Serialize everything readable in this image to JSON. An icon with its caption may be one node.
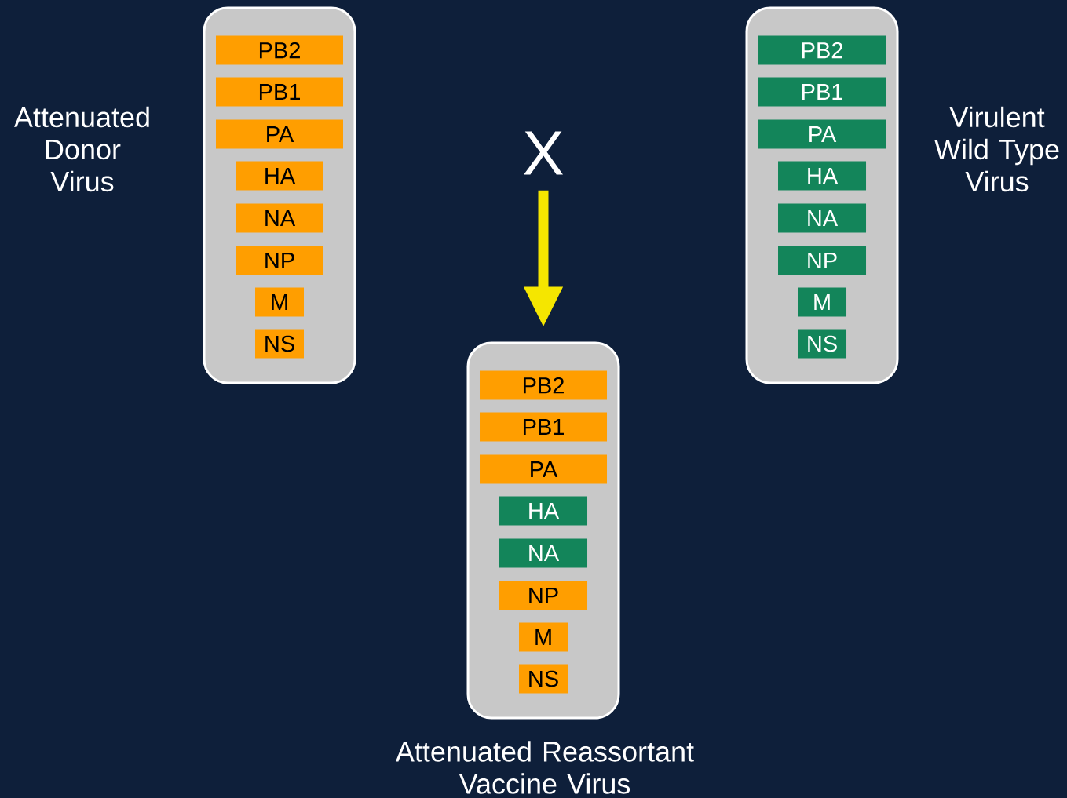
{
  "diagram": {
    "nodes": [
      {
        "text": [
          "Attenuated Donor Virus"
        ]
      },
      {
        "text": [
          "PB2"
        ],
        "in": 0
      },
      {
        "text": [
          "PB1"
        ],
        "in": 0
      },
      {
        "text": [
          "PA"
        ],
        "in": 0
      },
      {
        "text": [
          "HA"
        ],
        "in": 0
      },
      {
        "text": [
          "NA"
        ],
        "in": 0
      },
      {
        "text": [
          "NP"
        ],
        "in": 0
      },
      {
        "text": [
          "M"
        ],
        "in": 0
      },
      {
        "text": [
          "NS"
        ],
        "in": 0
      },
      {
        "text": [
          "X"
        ]
      },
      {
        "text": [
          "Virulent Wild Type Virus"
        ]
      },
      {
        "text": [
          "PB2"
        ],
        "in": 10
      },
      {
        "text": [
          "PB1"
        ],
        "in": 10
      },
      {
        "text": [
          "PA"
        ],
        "in": 10
      },
      {
        "text": [
          "HA"
        ],
        "in": 10
      },
      {
        "text": [
          "NA"
        ],
        "in": 10
      },
      {
        "text": [
          "NP"
        ],
        "in": 10
      },
      {
        "text": [
          "M"
        ],
        "in": 10
      },
      {
        "text": [
          "NS"
        ],
        "in": 10
      },
      {
        "text": [
          "Attenuated Reassortant Vaccine Virus"
        ]
      },
      {
        "text": [
          "PB2"
        ],
        "in": 19
      },
      {
        "text": [
          "PB1"
        ],
        "in": 19
      },
      {
        "text": [
          "PA"
        ],
        "in": 19
      },
      {
        "text": [
          "HA"
        ],
        "in": 19
      },
      {
        "text": [
          "NA"
        ],
        "in": 19
      },
      {
        "text": [
          "NP"
        ],
        "in": 19
      },
      {
        "text": [
          "M"
        ],
        "in": 19
      },
      {
        "text": [
          "NS"
        ],
        "in": 19
      }
    ],
    "edges": [
      {
        "from": 9,
        "to": 19,
        "arrow": "to",
        "color": "#f5e600"
      }
    ]
  }
}
